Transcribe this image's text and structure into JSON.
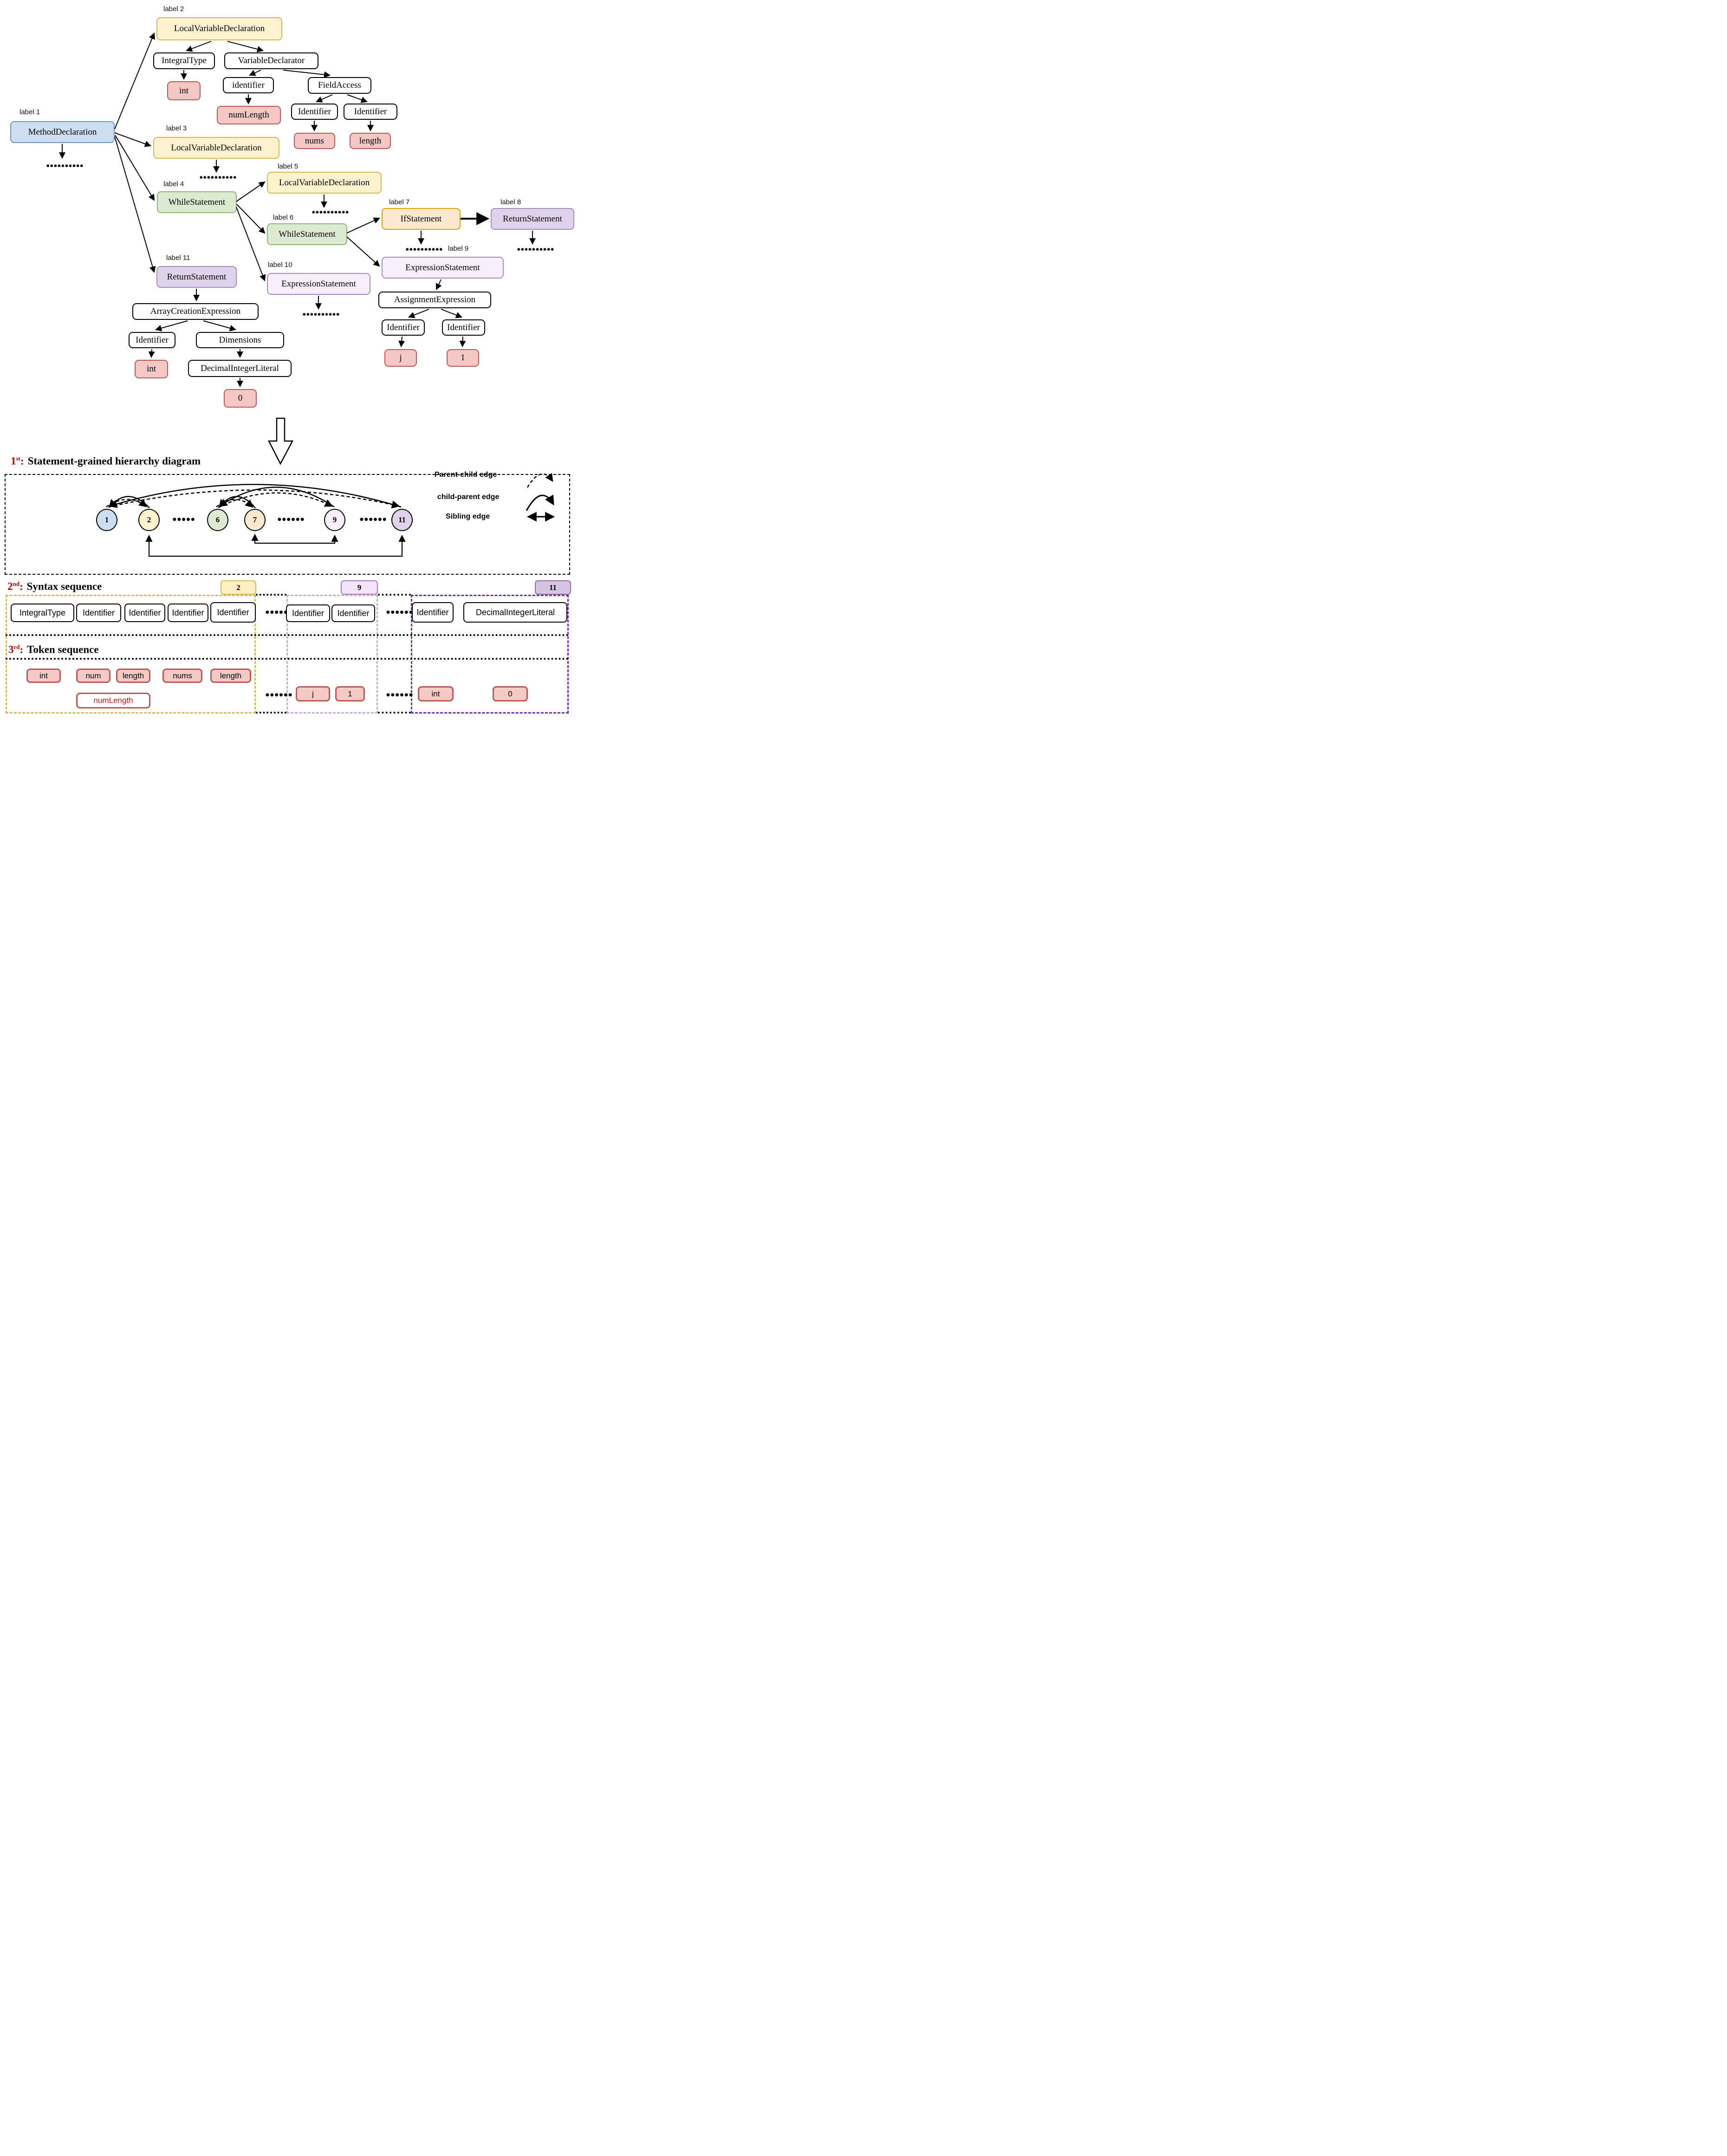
{
  "palette": {
    "method_declaration_fill": "#cdddf2",
    "method_declaration_border": "#7292c2",
    "local_variable_fill": "#fdf2cd",
    "local_variable_border": "#d8b755",
    "while_fill": "#dcead2",
    "while_border": "#8cb671",
    "if_fill": "#fde9cf",
    "if_border": "#d9a300",
    "return_fill": "#ded3ea",
    "return_border": "#a38fc0",
    "expression_fill": "#f8effc",
    "expression_border": "#ad87c5",
    "token_fill": "#f3c7c4",
    "token_border": "#bb5a55",
    "token_text_red": "#cc1a1a",
    "section_accent_red": "#c00000",
    "group11_dash": "#6a30b8",
    "group9_dash": "#c9a5e0",
    "group2_dash": "#d8b755"
  },
  "dots": {
    "ten": "●●●●●●●●●●",
    "six": "●●●●●●",
    "five": "●●●●●"
  },
  "tree": {
    "labels": [
      "label 1",
      "label 2",
      "label 3",
      "label 4",
      "label 5",
      "label 6",
      "label 7",
      "label 8",
      "label 9",
      "label 10",
      "label 11"
    ],
    "nodes": {
      "md": "MethodDeclaration",
      "lvd2": "LocalVariableDeclaration",
      "integral_type": "IntegralType",
      "var_decl": "VariableDeclarator",
      "int_a": "int",
      "identifier_lc": "identifier",
      "num_length": "numLength",
      "field_access": "FieldAccess",
      "ident_a": "Identifier",
      "ident_b": "Identifier",
      "nums": "nums",
      "length_a": "length",
      "lvd3": "LocalVariableDeclaration",
      "ws4": "WhileStatement",
      "lvd5": "LocalVariableDeclaration",
      "ws6": "WhileStatement",
      "if7": "IfStatement",
      "rs8": "ReturnStatement",
      "es9": "ExpressionStatement",
      "es10": "ExpressionStatement",
      "rs11": "ReturnStatement",
      "ace": "ArrayCreationExpression",
      "ident_c": "Identifier",
      "dims": "Dimensions",
      "int_b": "int",
      "dil": "DecimalIntegerLiteral",
      "zero": "0",
      "ae": "AssignmentExpression",
      "ident_d": "Identifier",
      "ident_e": "Identifier",
      "j": "j",
      "one": "1"
    }
  },
  "hierarchy": {
    "ordinal": "1",
    "suffix": "st",
    "colon": ":",
    "title": "Statement-grained hierarchy diagram",
    "circles": [
      "1",
      "2",
      "6",
      "7",
      "9",
      "11"
    ],
    "legend": [
      "Parent-child edge",
      "child-parent edge",
      "Sibling edge"
    ]
  },
  "syntax": {
    "ordinal": "2",
    "suffix": "nd",
    "colon": ":",
    "title": "Syntax sequence",
    "tabs": [
      "2",
      "9",
      "11"
    ],
    "group1": [
      "IntegralType",
      "Identifier",
      "Identifier",
      "Identifier",
      "Identifier"
    ],
    "group2": [
      "Identifier",
      "Identifier"
    ],
    "group3": [
      "Identifier",
      "DecimalIntegerLiteral"
    ]
  },
  "tokens": {
    "ordinal": "3",
    "suffix": "rd",
    "colon": ":",
    "title": "Token sequence",
    "group1_row1": [
      "int",
      "num",
      "length",
      "nums",
      "length"
    ],
    "group1_row2": [
      "numLength"
    ],
    "group2": [
      "j",
      "1"
    ],
    "group3": [
      "int",
      "0"
    ]
  }
}
